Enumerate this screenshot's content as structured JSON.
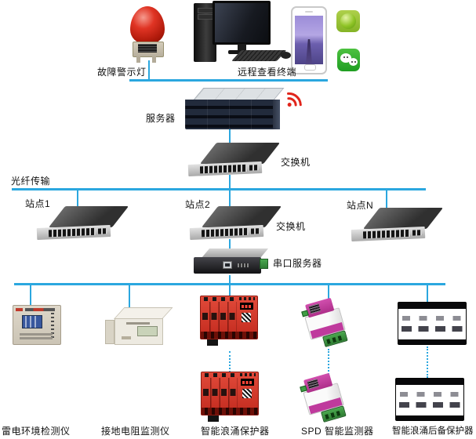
{
  "diagram_type": "lightning-protection-monitoring-network-topology",
  "colors": {
    "connection_line": "#2BA7DF",
    "alarm_red": "#D42020",
    "wifi_red": "#E1251B",
    "spd_red": "#C22A1E",
    "spd_pink": "#BF3A9D",
    "terminal_green": "#3F9E44",
    "wechat_green": "#2FA82F",
    "app_green": "#8CBA2C"
  },
  "top": {
    "fault_light_label": "故障警示灯",
    "remote_terminal_label": "远程查看终端"
  },
  "backbone": {
    "server_label": "服务器",
    "core_switch_label": "交换机",
    "fiber_label": "光纤传输",
    "site_switch_label": "交换机",
    "serial_server_label": "串口服务器"
  },
  "sites": [
    {
      "label": "站点1"
    },
    {
      "label": "站点2"
    },
    {
      "label": "站点N"
    }
  ],
  "field_devices": [
    {
      "label": "雷电环境检测仪",
      "units_shown": 1
    },
    {
      "label": "接地电阻监测仪",
      "units_shown": 1
    },
    {
      "label": "智能浪涌保护器",
      "units_shown": 2
    },
    {
      "label": "SPD 智能监测器",
      "units_shown": 2
    },
    {
      "label": "智能浪涌后备保护器",
      "units_shown": 2
    }
  ],
  "icons": {
    "alarm_beacon": "rotating-warning-light",
    "desktop_computer": "tower-monitor-keyboard",
    "smartphone": "mobile-phone",
    "chat_app": "green-chat-bubble-app",
    "wechat": "wechat-messenger",
    "wifi": "wireless-signal"
  }
}
